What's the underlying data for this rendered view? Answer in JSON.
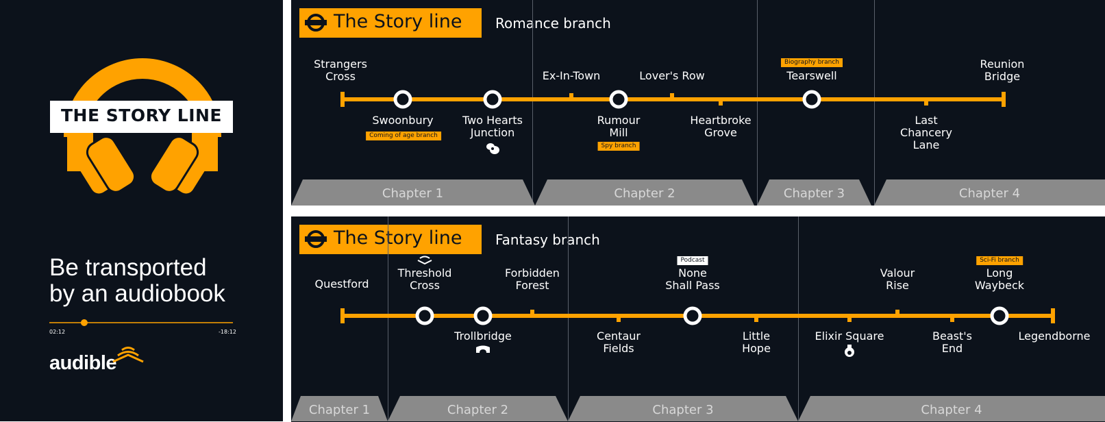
{
  "left": {
    "logo_text": "THE STORY LINE",
    "tagline_1": "Be transported",
    "tagline_2": "by an audiobook",
    "progress": {
      "elapsed": "02:12",
      "remaining": "-18:12",
      "fraction": 0.19
    },
    "brand": "audible"
  },
  "colors": {
    "accent": "#ffa200",
    "background": "#0c121b",
    "chapter_band": "#8a8a8a"
  },
  "panels": [
    {
      "badge": "The Story line",
      "branch": "Romance branch",
      "chapters": [
        "Chapter 1",
        "Chapter 2",
        "Chapter 3",
        "Chapter 4"
      ],
      "stations": [
        {
          "label": "Strangers\nCross",
          "kind": "terminus",
          "pos": "above"
        },
        {
          "label": "Swoonbury",
          "kind": "circle",
          "pos": "below",
          "tag": "Coming of age branch"
        },
        {
          "label": "Two Hearts\nJunction",
          "kind": "circle",
          "pos": "below",
          "icon": "cafe-icon"
        },
        {
          "label": "Ex-In-Town",
          "kind": "tick",
          "pos": "above"
        },
        {
          "label": "Rumour\nMill",
          "kind": "circle",
          "pos": "below",
          "tag": "Spy branch"
        },
        {
          "label": "Lover's Row",
          "kind": "tick",
          "pos": "above"
        },
        {
          "label": "Heartbroke\nGrove",
          "kind": "tick",
          "pos": "below"
        },
        {
          "label": "Tearswell",
          "kind": "circle",
          "pos": "above",
          "tag": "Biography branch"
        },
        {
          "label": "Last\nChancery\nLane",
          "kind": "tick",
          "pos": "below"
        },
        {
          "label": "Reunion\nBridge",
          "kind": "terminus",
          "pos": "above"
        }
      ]
    },
    {
      "badge": "The Story line",
      "branch": "Fantasy branch",
      "chapters": [
        "Chapter 1",
        "Chapter 2",
        "Chapter 3",
        "Chapter 4"
      ],
      "stations": [
        {
          "label": "Questford",
          "kind": "terminus",
          "pos": "above"
        },
        {
          "label": "Threshold\nCross",
          "kind": "circle",
          "pos": "above",
          "icon": "audible-icon"
        },
        {
          "label": "Trollbridge",
          "kind": "circle",
          "pos": "below",
          "icon": "bridge-icon"
        },
        {
          "label": "Forbidden\nForest",
          "kind": "tick",
          "pos": "above"
        },
        {
          "label": "Centaur\nFields",
          "kind": "tick",
          "pos": "below"
        },
        {
          "label": "None\nShall Pass",
          "kind": "circle",
          "pos": "above",
          "tag": "Podcast",
          "tag_style": "white"
        },
        {
          "label": "Little\nHope",
          "kind": "tick",
          "pos": "below"
        },
        {
          "label": "Elixir Square",
          "kind": "tick",
          "pos": "below",
          "icon": "potion-icon"
        },
        {
          "label": "Valour\nRise",
          "kind": "tick",
          "pos": "above"
        },
        {
          "label": "Beast's\nEnd",
          "kind": "tick",
          "pos": "below"
        },
        {
          "label": "Long\nWaybeck",
          "kind": "circle",
          "pos": "above",
          "tag": "Sci-Fi branch"
        },
        {
          "label": "Legendborne",
          "kind": "terminus",
          "pos": "below"
        }
      ]
    }
  ]
}
